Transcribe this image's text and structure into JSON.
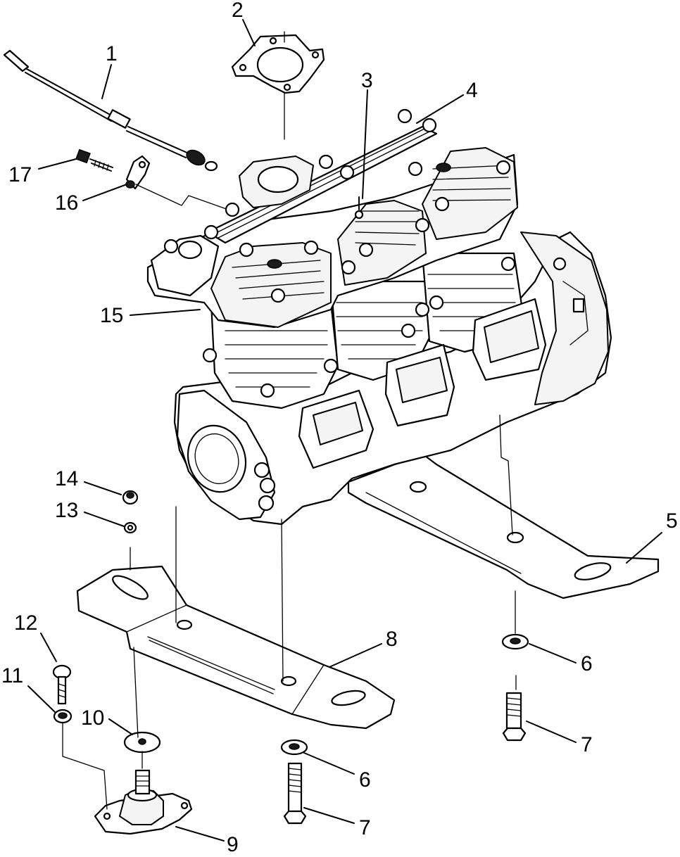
{
  "diagram": {
    "callouts": [
      {
        "id": "c1",
        "number": "1"
      },
      {
        "id": "c2",
        "number": "2"
      },
      {
        "id": "c3",
        "number": "3"
      },
      {
        "id": "c4",
        "number": "4"
      },
      {
        "id": "c5",
        "number": "5"
      },
      {
        "id": "c6a",
        "number": "6"
      },
      {
        "id": "c6b",
        "number": "6"
      },
      {
        "id": "c7a",
        "number": "7"
      },
      {
        "id": "c7b",
        "number": "7"
      },
      {
        "id": "c8",
        "number": "8"
      },
      {
        "id": "c9",
        "number": "9"
      },
      {
        "id": "c10",
        "number": "10"
      },
      {
        "id": "c11",
        "number": "11"
      },
      {
        "id": "c12",
        "number": "12"
      },
      {
        "id": "c13",
        "number": "13"
      },
      {
        "id": "c14",
        "number": "14"
      },
      {
        "id": "c15",
        "number": "15"
      },
      {
        "id": "c16",
        "number": "16"
      },
      {
        "id": "c17",
        "number": "17"
      }
    ]
  }
}
